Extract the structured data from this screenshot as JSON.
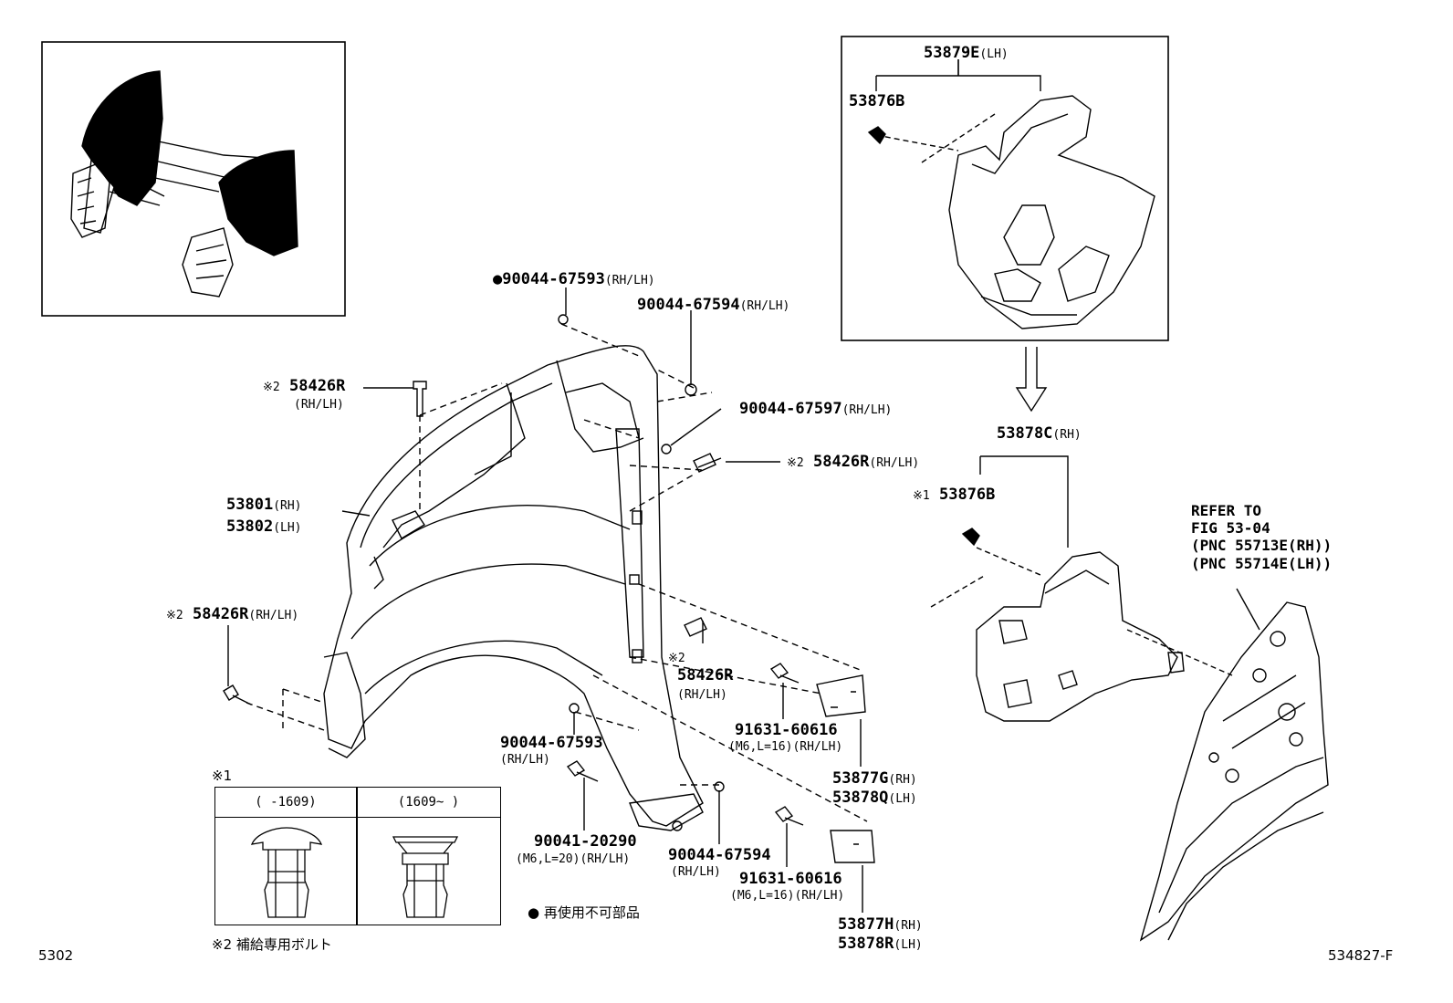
{
  "labels": {
    "p90044_67593_top": "●90044-67593",
    "p90044_67593_top_side": "(RH/LH)",
    "p90044_67594_top": "90044-67594",
    "p90044_67594_top_side": "(RH/LH)",
    "p90044_67597": "90044-67597",
    "p90044_67597_side": "(RH/LH)",
    "p58426R_top_mark": "※2",
    "p58426R_top": "58426R",
    "p58426R_top_side": "(RH/LH)",
    "p58426R_right_mark": "※2",
    "p58426R_right": "58426R",
    "p58426R_right_side": "(RH/LH)",
    "p58426R_left_mark": "※2",
    "p58426R_left": "58426R",
    "p58426R_left_side": "(RH/LH)",
    "p58426R_mid_mark": "※2",
    "p58426R_mid": "58426R",
    "p58426R_mid_side": "(RH/LH)",
    "p53801": "53801",
    "p53801_side": "(RH)",
    "p53802": "53802",
    "p53802_side": "(LH)",
    "p91631_a": "91631-60616",
    "p91631_a_spec": "(M6,L=16)(RH/LH)",
    "p91631_b": "91631-60616",
    "p91631_b_spec": "(M6,L=16)(RH/LH)",
    "p53877G": "53877G",
    "p53877G_side": "(RH)",
    "p53878Q": "53878Q",
    "p53878Q_side": "(LH)",
    "p53877H": "53877H",
    "p53877H_side": "(RH)",
    "p53878R": "53878R",
    "p53878R_side": "(LH)",
    "p90044_67593_low": "90044-67593",
    "p90044_67593_low_side": "(RH/LH)",
    "p90041_20290": "90041-20290",
    "p90041_20290_spec": "(M6,L=20)(RH/LH)",
    "p90044_67594_low": "90044-67594",
    "p90044_67594_low_side": "(RH/LH)",
    "p53879E": "53879E",
    "p53879E_side": "(LH)",
    "p53876B_top": "53876B",
    "p53878C": "53878C",
    "p53878C_side": "(RH)",
    "p53876B_mid_mark": "※1",
    "p53876B_mid": "53876B",
    "refer_line1": "REFER TO",
    "refer_line2": "FIG 53-04",
    "refer_line3": "(PNC 55713E(RH))",
    "refer_line4": "(PNC 55714E(LH))"
  },
  "table": {
    "mark": "※1",
    "col1": "(     -1609)",
    "col2": "(1609~      )"
  },
  "notes": {
    "non_reusable": "● 再使用不可部品",
    "service_bolt": "※2 補給専用ボルト"
  },
  "corners": {
    "bottom_left": "5302",
    "bottom_right": "534827-F"
  }
}
